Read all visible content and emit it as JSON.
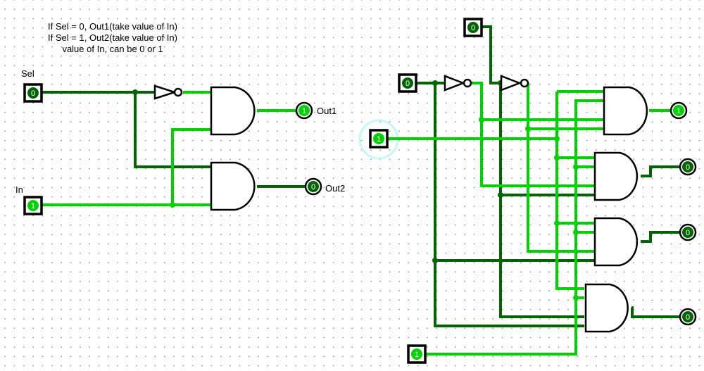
{
  "app": {
    "title": "Logisim circuit canvas"
  },
  "colors": {
    "wire_low": "#006400",
    "wire_high": "#00d000",
    "gate_outline": "#000000",
    "selection_ring": "#c6f6f8"
  },
  "annotation": {
    "lines": [
      "If Sel = 0, Out1(take value of In)",
      "If Sel = 1, Out2(take value of In)",
      "value of In, can be 0 or 1"
    ]
  },
  "left_circuit": {
    "inputs": [
      {
        "label": "Sel",
        "value": "0"
      },
      {
        "label": "In",
        "value": "1"
      }
    ],
    "outputs": [
      {
        "label": "Out1",
        "value": "1"
      },
      {
        "label": "Out2",
        "value": "0"
      }
    ],
    "gates": [
      "NOT",
      "AND",
      "AND"
    ]
  },
  "right_circuit": {
    "inputs": [
      {
        "label": "",
        "value": "0"
      },
      {
        "label": "",
        "value": "0"
      },
      {
        "label": "",
        "value": "1",
        "selected": true
      },
      {
        "label": "",
        "value": "1"
      }
    ],
    "outputs": [
      {
        "label": "",
        "value": "1"
      },
      {
        "label": "",
        "value": "0"
      },
      {
        "label": "",
        "value": "0"
      },
      {
        "label": "",
        "value": "0"
      }
    ],
    "gates": [
      "NOT",
      "NOT",
      "AND",
      "AND",
      "AND",
      "AND"
    ]
  }
}
